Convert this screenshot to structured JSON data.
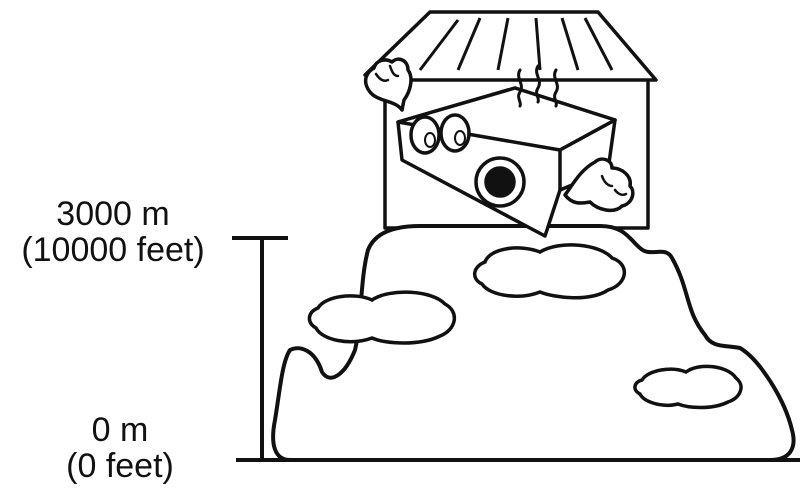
{
  "altitude_scale": {
    "top": {
      "meters": "3000 m",
      "feet": "(10000 feet)"
    },
    "bottom": {
      "meters": "0 m",
      "feet": "(0 feet)"
    }
  },
  "illustration": {
    "subject": "projector-on-mountain-icon",
    "line_color": "#111111",
    "fill_color": "#ffffff"
  }
}
